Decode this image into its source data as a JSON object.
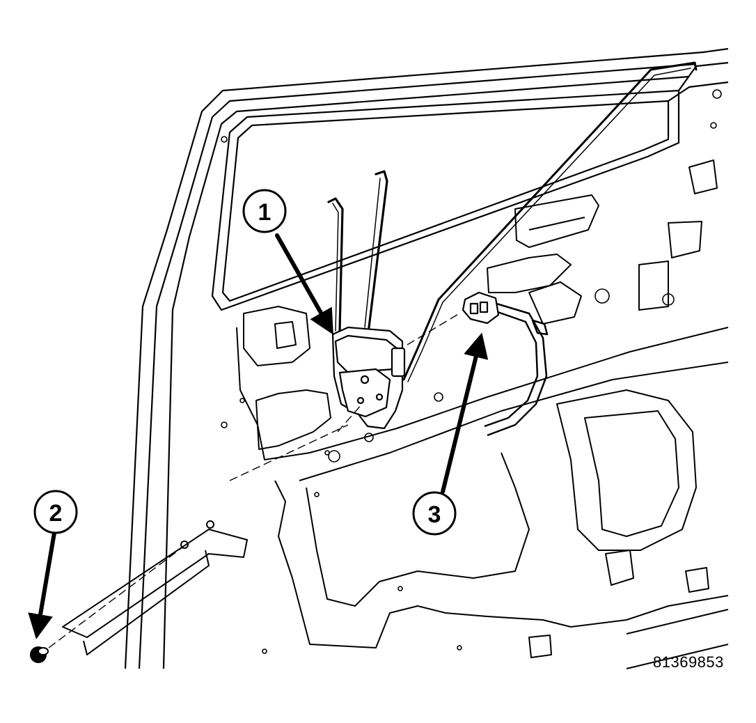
{
  "figure": {
    "callouts": [
      {
        "number": "1"
      },
      {
        "number": "2"
      },
      {
        "number": "3"
      }
    ],
    "figure_id": "81369853"
  }
}
